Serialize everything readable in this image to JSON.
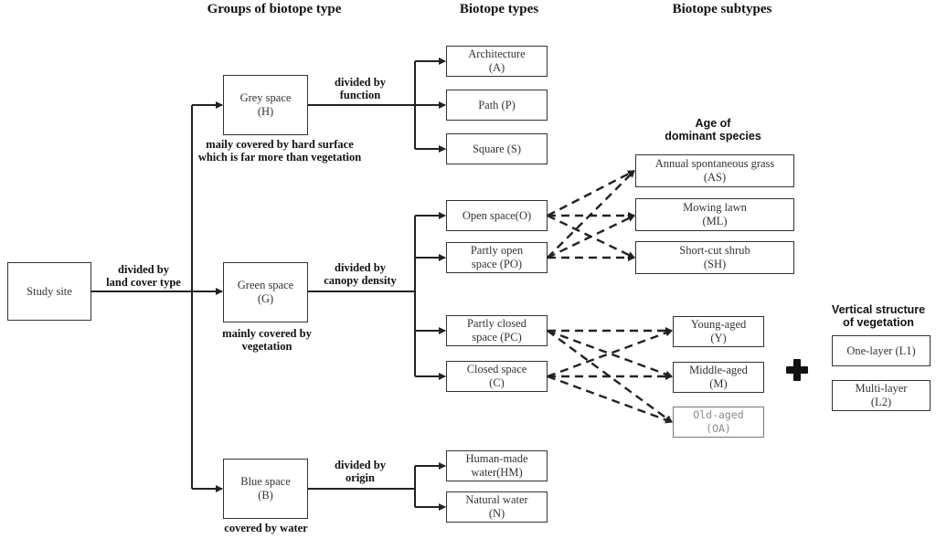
{
  "headers": {
    "groups": "Groups of biotope type",
    "types": "Biotope types",
    "subtypes": "Biotope subtypes",
    "age": [
      "Age of",
      "dominant species"
    ],
    "vertical": [
      "Vertical structure",
      "of vegetation"
    ]
  },
  "study_site": "Study site",
  "land_cover_label": [
    "divided by",
    "land cover type"
  ],
  "groups": {
    "grey": {
      "name": "Grey space",
      "code": "(H)",
      "note": [
        "maily covered by hard surface",
        "which is far more than vegetation"
      ],
      "split": [
        "divided by",
        "function"
      ]
    },
    "green": {
      "name": "Green space",
      "code": "(G)",
      "note": [
        "mainly covered by",
        "vegetation"
      ],
      "split": [
        "divided by",
        "canopy density"
      ]
    },
    "blue": {
      "name": "Blue space",
      "code": "(B)",
      "note": [
        "covered by water"
      ],
      "split": [
        "divided by",
        "origin"
      ]
    }
  },
  "types": {
    "architecture": [
      "Architecture",
      "(A)"
    ],
    "path": [
      "Path (P)"
    ],
    "square": [
      "Square (S)"
    ],
    "open": [
      "Open space(O)"
    ],
    "partly_open": [
      "Partly open",
      "space (PO)"
    ],
    "partly_closed": [
      "Partly closed",
      "space (PC)"
    ],
    "closed": [
      "Closed space",
      "(C)"
    ],
    "human_made": [
      "Human-made",
      "water(HM)"
    ],
    "natural": [
      "Natural water",
      "(N)"
    ]
  },
  "subtypes": {
    "annual": [
      "Annual spontaneous grass",
      "(AS)"
    ],
    "mowing": [
      "Mowing lawn",
      "(ML)"
    ],
    "shrub": [
      "Short-cut shrub",
      "(SH)"
    ],
    "young": [
      "Young-aged",
      "(Y)"
    ],
    "middle": [
      "Middle-aged",
      "(M)"
    ],
    "old": [
      "Old-aged",
      "(OA)"
    ]
  },
  "vertical": {
    "one": [
      "One-layer (L1)"
    ],
    "multi": [
      "Multi-layer",
      "(L2)"
    ]
  }
}
